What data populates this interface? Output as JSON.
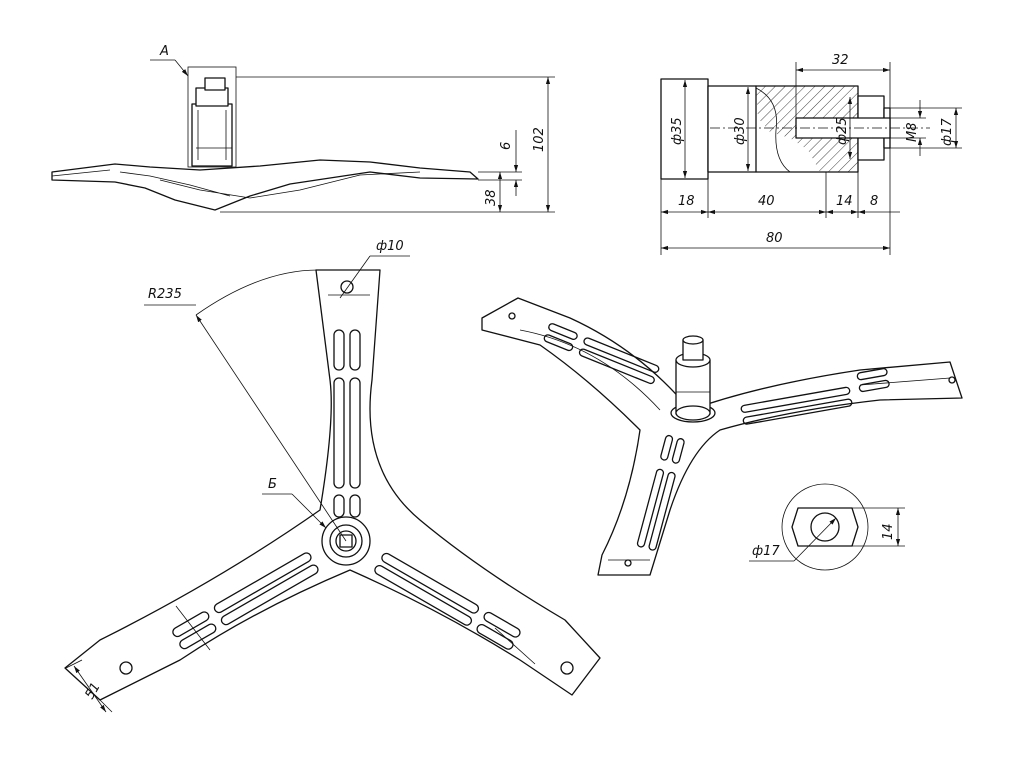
{
  "views": {
    "side": {
      "view_label": "А",
      "dimensions": {
        "height_total": "102",
        "thickness": "6",
        "drop": "38"
      }
    },
    "shaft": {
      "dimensions": {
        "d35": "ф35",
        "d30": "ф30",
        "d25": "ф25",
        "m8": "М8",
        "d17": "ф17",
        "len_32": "32",
        "len_18": "18",
        "len_40": "40",
        "len_14": "14",
        "len_8": "8",
        "len_80": "80"
      }
    },
    "plan": {
      "dimensions": {
        "hole": "ф10",
        "radius": "R235",
        "arm_width": "51"
      },
      "detail_label": "Б"
    },
    "detail": {
      "dimensions": {
        "across_flats": "14",
        "bore": "ф17"
      }
    }
  }
}
